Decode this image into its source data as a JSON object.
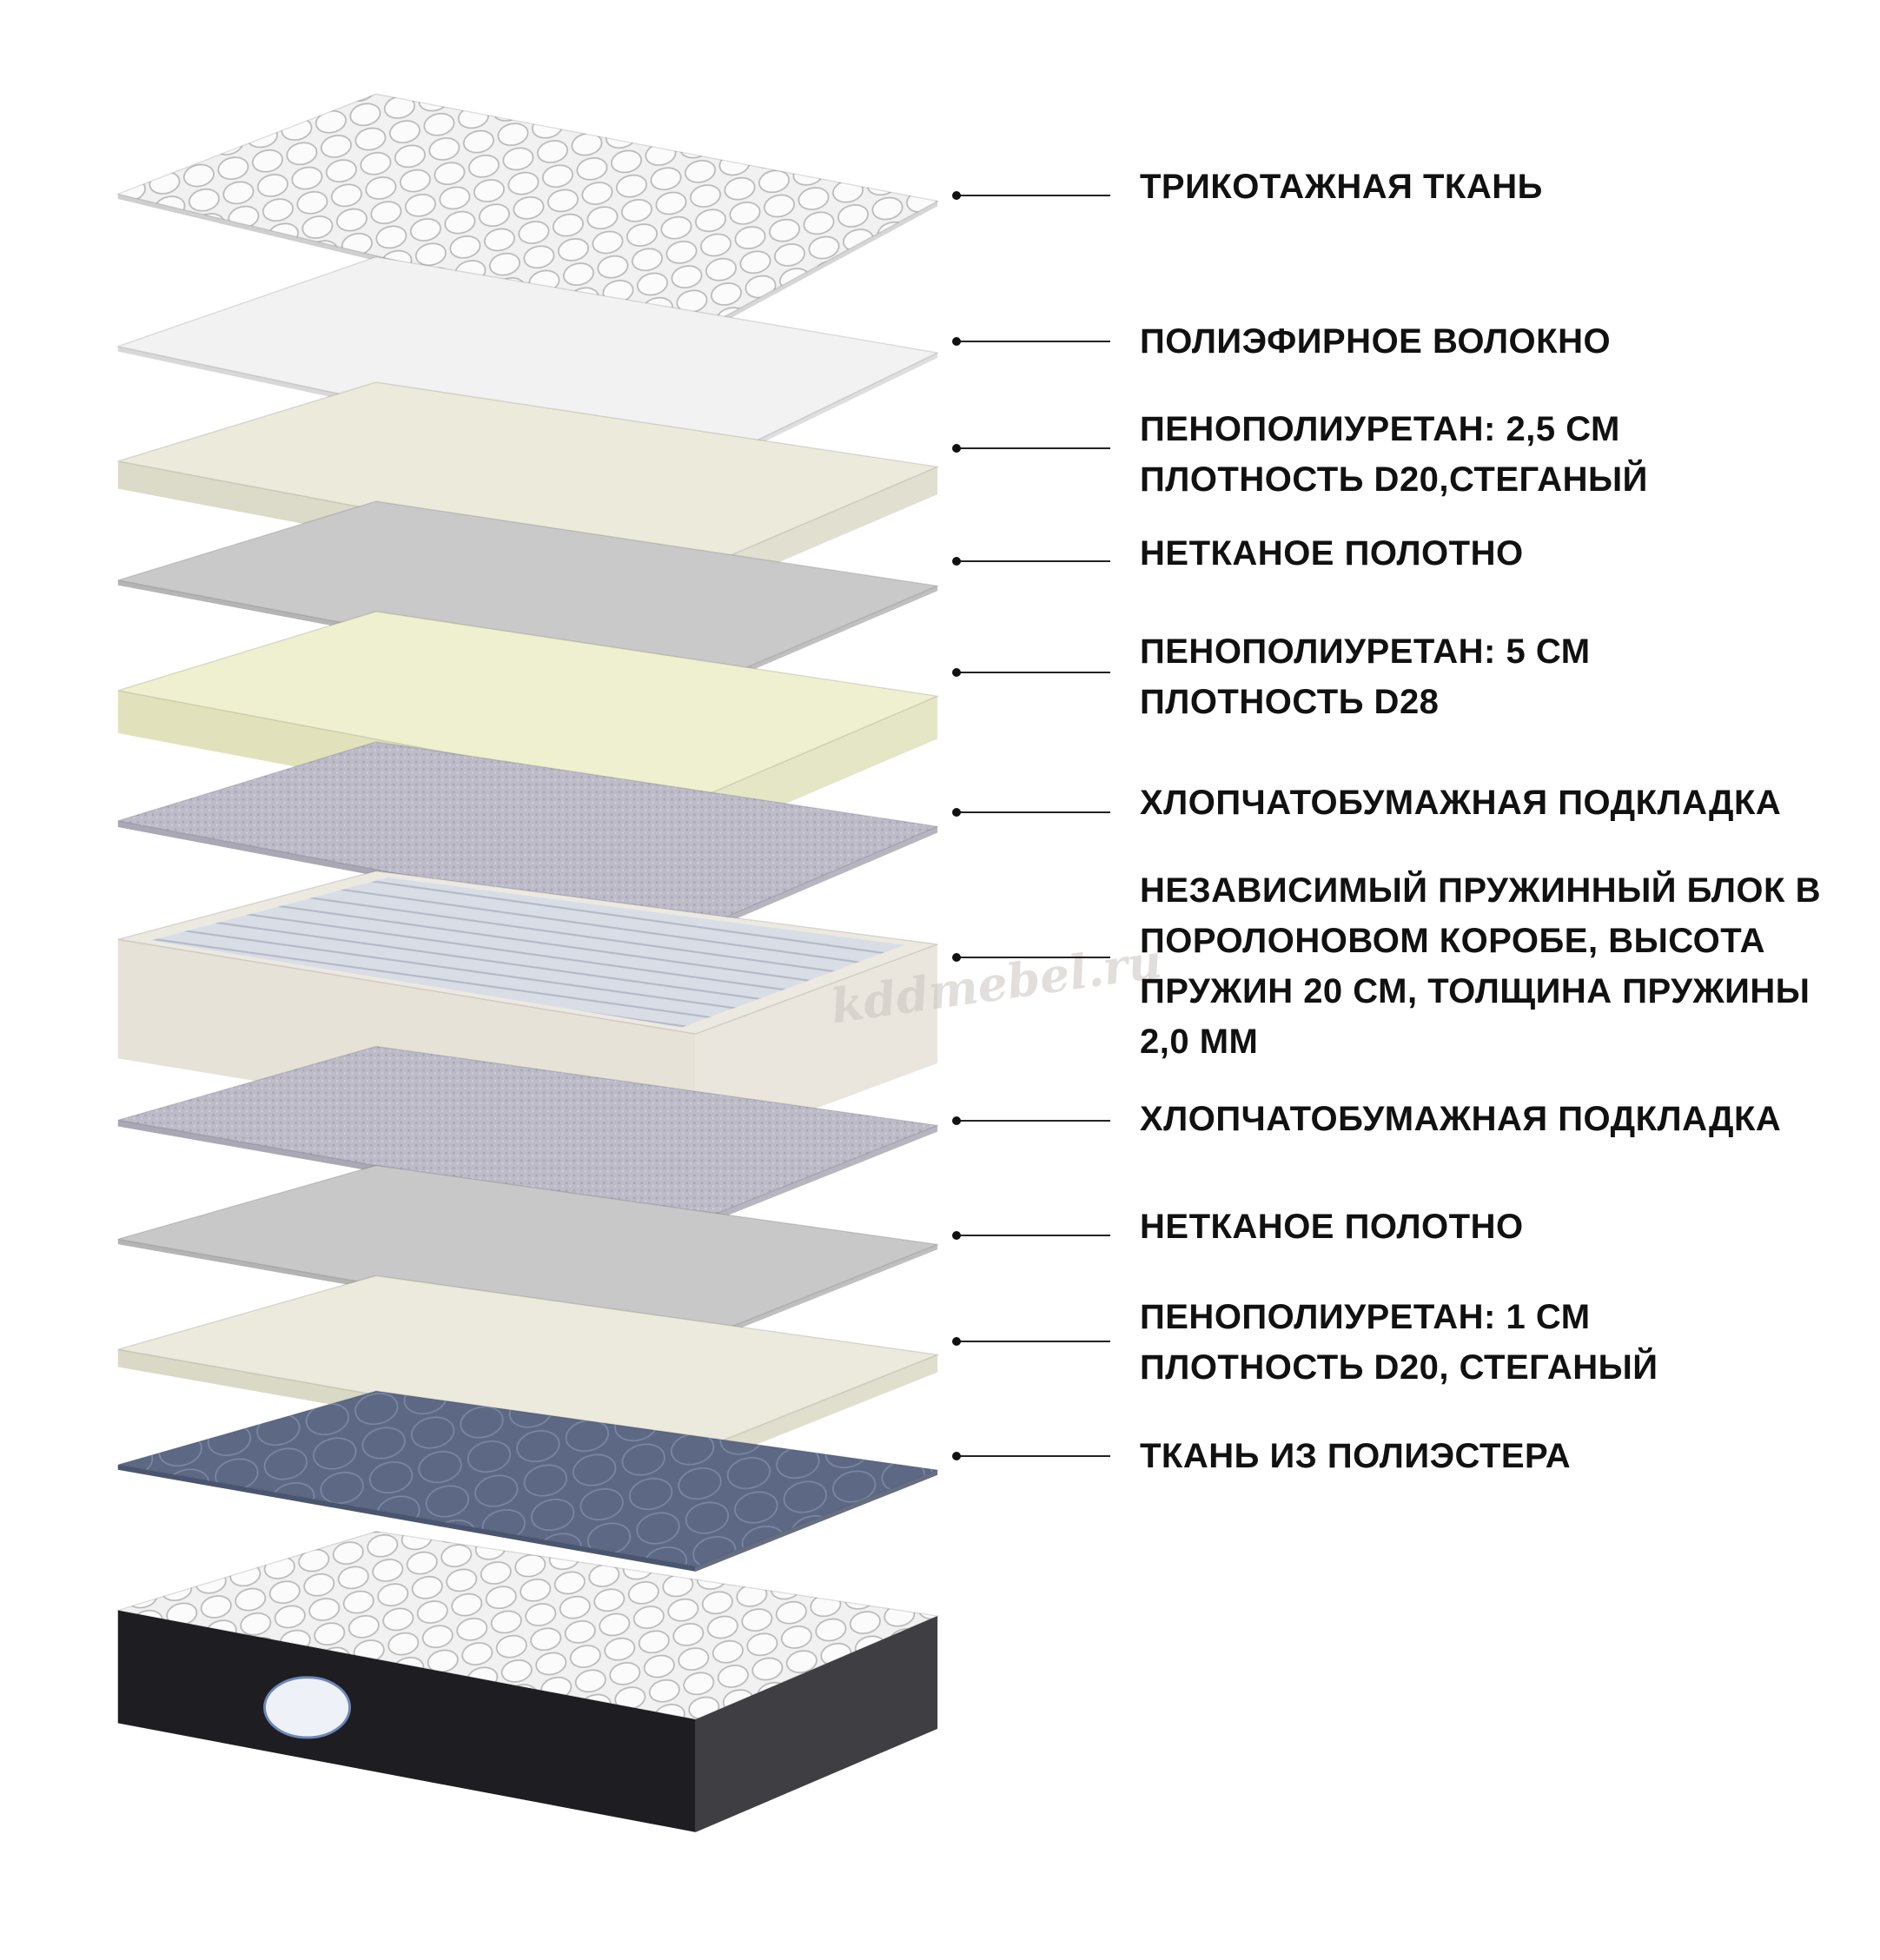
{
  "title": "Mattress layer structure",
  "watermark": "kddmebel.ru",
  "layers": [
    {
      "lines": [
        "ТРИКОТАЖНАЯ ТКАНЬ"
      ]
    },
    {
      "lines": [
        "ПОЛИЭФИРНОЕ ВОЛОКНО"
      ]
    },
    {
      "lines": [
        "ПЕНОПОЛИУРЕТАН: 2,5 СМ",
        "ПЛОТНОСТЬ D20,СТЕГАНЫЙ"
      ]
    },
    {
      "lines": [
        "НЕТКАНОЕ ПОЛОТНО"
      ]
    },
    {
      "lines": [
        "ПЕНОПОЛИУРЕТАН: 5 СМ",
        "ПЛОТНОСТЬ D28"
      ]
    },
    {
      "lines": [
        "ХЛОПЧАТОБУМАЖНАЯ ПОДКЛАДКА"
      ]
    },
    {
      "lines": [
        "НЕЗАВИСИМЫЙ ПРУЖИННЫЙ БЛОК В",
        "ПОРОЛОНОВОМ КОРОБЕ, ВЫСОТА",
        "ПРУЖИН 20 СМ, ТОЛЩИНА ПРУЖИНЫ",
        "2,0 ММ"
      ]
    },
    {
      "lines": [
        "ХЛОПЧАТОБУМАЖНАЯ ПОДКЛАДКА"
      ]
    },
    {
      "lines": [
        "НЕТКАНОЕ ПОЛОТНО"
      ]
    },
    {
      "lines": [
        "ПЕНОПОЛИУРЕТАН: 1 СМ",
        "ПЛОТНОСТЬ D20, СТЕГАНЫЙ"
      ]
    },
    {
      "lines": [
        "ТКАНЬ ИЗ ПОЛИЭСТЕРА"
      ]
    }
  ]
}
